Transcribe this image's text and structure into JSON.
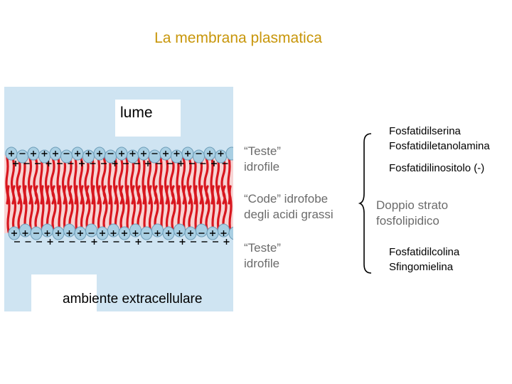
{
  "title": "La membrana plasmatica",
  "region_labels": {
    "lume": "lume",
    "extracellular": "ambiente extracellulare"
  },
  "structure_labels": {
    "heads_top": [
      "“Teste”",
      "idrofile"
    ],
    "tails": [
      "“Code” idrofobe",
      "degli acidi grassi"
    ],
    "heads_bottom": [
      "“Teste”",
      "idrofile"
    ],
    "bilayer": [
      "Doppio strato",
      "fosfolipidico"
    ]
  },
  "lipids": {
    "outer_leaflet": [
      "Fosfatidilserina",
      "Fosfatidiletanolamina",
      "Fosfatidilinositolo (-)"
    ],
    "inner_leaflet": [
      "Fosfatidilcolina",
      "Sfingomielina"
    ]
  },
  "colors": {
    "title": "#c8960a",
    "background_panel": "#cfe4f2",
    "core": "#f7d4d4",
    "tail": "#d8161e",
    "head": "#a9cfe3",
    "label_gray": "#6b6b6b"
  }
}
